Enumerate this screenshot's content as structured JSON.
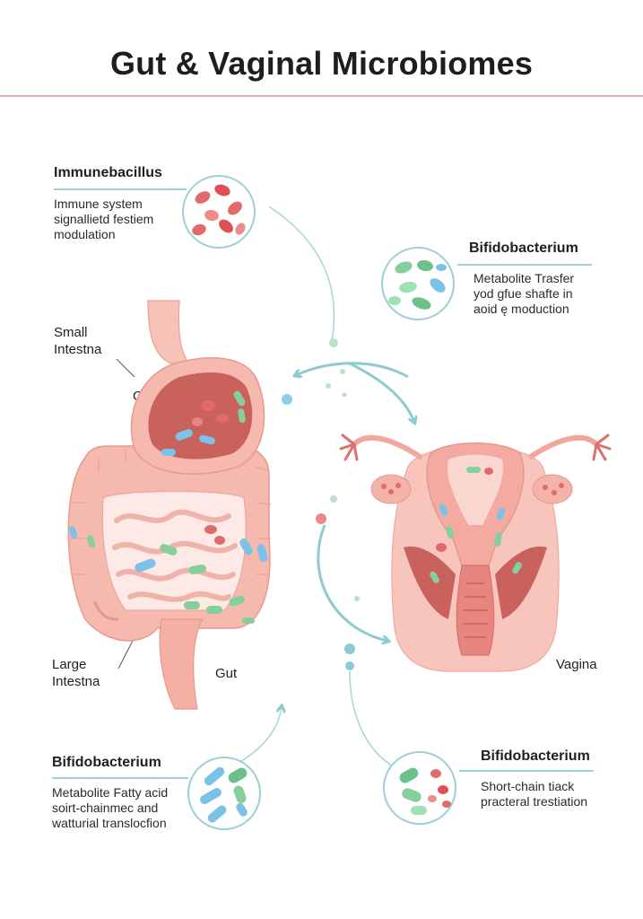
{
  "title": "Gut & Vaginal Microbiomes",
  "colors": {
    "accent_teal": "#8ccbd0",
    "tissue_pink": "#f6b9ae",
    "tissue_dark": "#c9625d",
    "bacteria_red": "#e0565a",
    "bacteria_green": "#6cc08a",
    "bacteria_blue": "#6cb6e4",
    "divider": "#e2b3a8"
  },
  "callouts": {
    "immunebacillus": {
      "title": "Immunebacillus",
      "description": "Immune system\nsignallietd festiem\nmodulation"
    },
    "bifido_top_right": {
      "title": "Bifidobacterium",
      "description": "Metabolite Trasfer\nyod gfue shafte in\naoid ę moduction"
    },
    "bifido_bottom_left": {
      "title": "Bifidobacterium",
      "description": "Metabolite Fatty acid\nsoirt-chainmec and\nwatturial translocfion"
    },
    "bifido_bottom_right": {
      "title": "Bifidobacterium",
      "description": "Short-chain tiack\npracteral trestiation"
    }
  },
  "labels": {
    "small_intestine": "Small\nIntestna",
    "gut_upper": "Gut",
    "large_intestine": "Large\nIntestna",
    "gut_lower": "Gut",
    "vagina": "Vagina"
  }
}
